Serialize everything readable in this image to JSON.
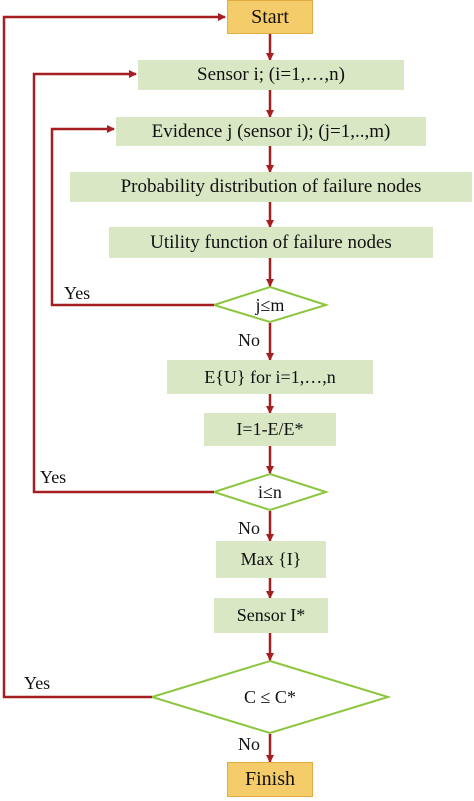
{
  "flowchart": {
    "start": "Start",
    "sensor_loop": "Sensor i; (i=1,…,n)",
    "evidence_loop": "Evidence j (sensor i); (j=1,..,m)",
    "probability": "Probability distribution of failure nodes",
    "utility": "Utility function of failure nodes",
    "decision_j": "j≤m",
    "expected_utility": "E{U} for i=1,…,n",
    "index": "I=1-E/E*",
    "decision_i": "i≤n",
    "max": "Max {I}",
    "sensor_best": "Sensor I*",
    "decision_c": "C ≤ C*",
    "finish": "Finish",
    "yes_j": "Yes",
    "no_j": "No",
    "yes_i": "Yes",
    "no_i": "No",
    "yes_c": "Yes",
    "no_c": "No"
  },
  "colors": {
    "box_fill": "#d9e7c5",
    "terminal_fill": "#f4cc6a",
    "arrow": "#a51e22",
    "decision_stroke": "#8cc63f"
  }
}
